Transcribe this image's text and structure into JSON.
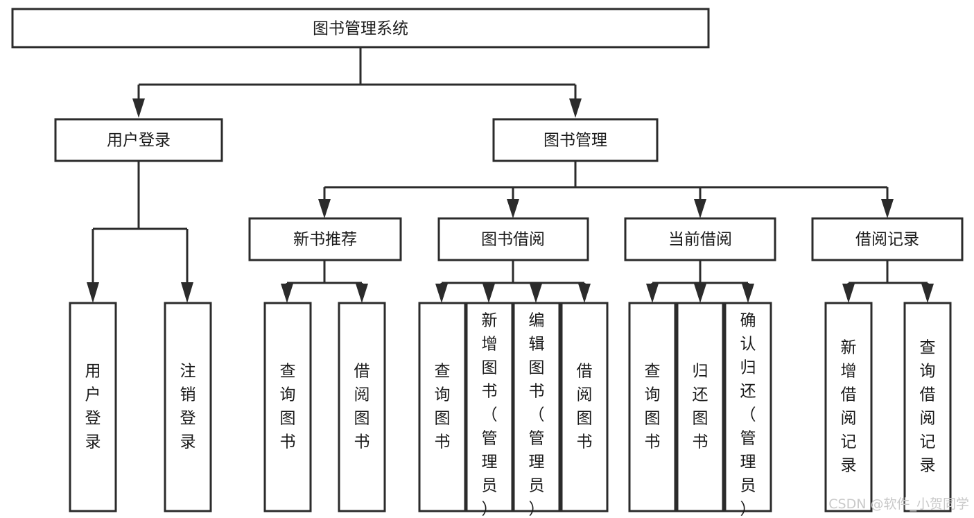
{
  "diagram": {
    "type": "tree-hierarchy-chart",
    "title": "图书管理系统",
    "root": {
      "id": "root",
      "label": "图书管理系统",
      "orientation": "horizontal"
    },
    "level1": [
      {
        "id": "user-login",
        "label": "用户登录",
        "orientation": "horizontal"
      },
      {
        "id": "book-management",
        "label": "图书管理",
        "orientation": "horizontal"
      }
    ],
    "level2": [
      {
        "id": "new-book-recommend",
        "label": "新书推荐",
        "parent": "book-management",
        "orientation": "horizontal"
      },
      {
        "id": "book-borrow",
        "label": "图书借阅",
        "parent": "book-management",
        "orientation": "horizontal"
      },
      {
        "id": "current-borrow",
        "label": "当前借阅",
        "parent": "book-management",
        "orientation": "horizontal"
      },
      {
        "id": "borrow-record",
        "label": "借阅记录",
        "parent": "book-management",
        "orientation": "horizontal"
      }
    ],
    "leaves": [
      {
        "id": "leaf-user-login",
        "label": "用户登录",
        "parent": "user-login",
        "orientation": "vertical",
        "align": "middle"
      },
      {
        "id": "leaf-logout-login",
        "label": "注销登录",
        "parent": "user-login",
        "orientation": "vertical",
        "align": "middle"
      },
      {
        "id": "leaf-query-book-1",
        "label": "查询图书",
        "parent": "new-book-recommend",
        "orientation": "vertical",
        "align": "middle"
      },
      {
        "id": "leaf-borrow-book-1",
        "label": "借阅图书",
        "parent": "new-book-recommend",
        "orientation": "vertical",
        "align": "middle"
      },
      {
        "id": "leaf-query-book-2",
        "label": "查询图书",
        "parent": "book-borrow",
        "orientation": "vertical",
        "align": "middle"
      },
      {
        "id": "leaf-add-book-admin",
        "label": "新增图书（管理员）",
        "parent": "book-borrow",
        "orientation": "vertical",
        "align": "top"
      },
      {
        "id": "leaf-edit-book-admin",
        "label": "编辑图书（管理员）",
        "parent": "book-borrow",
        "orientation": "vertical",
        "align": "top"
      },
      {
        "id": "leaf-borrow-book-2",
        "label": "借阅图书",
        "parent": "book-borrow",
        "orientation": "vertical",
        "align": "middle"
      },
      {
        "id": "leaf-query-book-3",
        "label": "查询图书",
        "parent": "current-borrow",
        "orientation": "vertical",
        "align": "middle"
      },
      {
        "id": "leaf-return-book",
        "label": "归还图书",
        "parent": "current-borrow",
        "orientation": "vertical",
        "align": "middle"
      },
      {
        "id": "leaf-confirm-return-admin",
        "label": "确认归还（管理员）",
        "parent": "current-borrow",
        "orientation": "vertical",
        "align": "top"
      },
      {
        "id": "leaf-add-borrow-record",
        "label": "新增借阅记录",
        "parent": "borrow-record",
        "orientation": "vertical",
        "align": "middle"
      },
      {
        "id": "leaf-query-borrow-record",
        "label": "查询借阅记录",
        "parent": "borrow-record",
        "orientation": "vertical",
        "align": "middle"
      }
    ]
  },
  "watermark": {
    "text": "CSDN @软件_小贺同学"
  },
  "colors": {
    "box_stroke": "#2b2b2b",
    "box_fill": "#ffffff",
    "text": "#1a1a1a",
    "background": "#ffffff",
    "watermark": "#c9c9c9"
  }
}
